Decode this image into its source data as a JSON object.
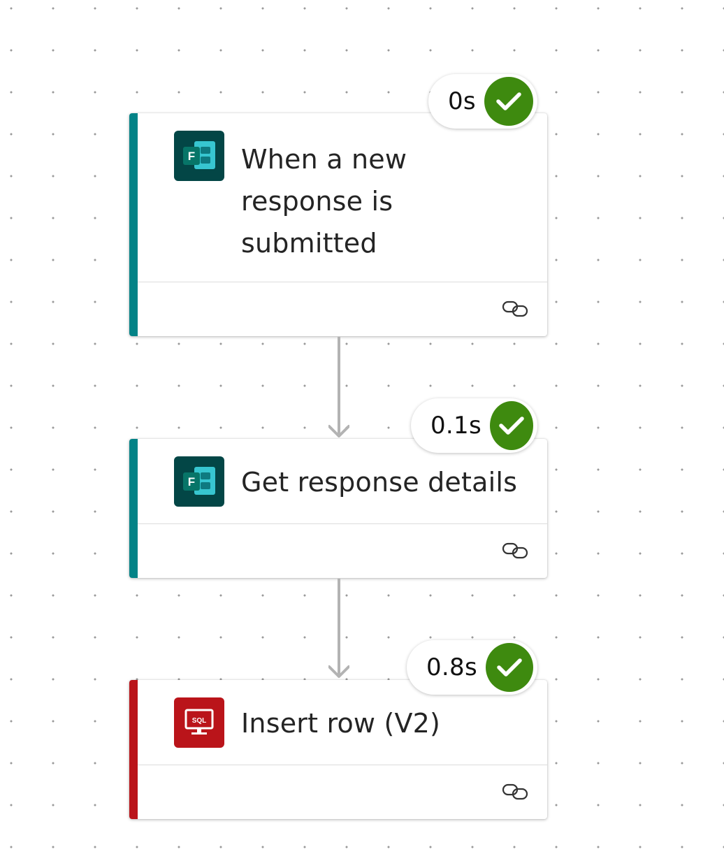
{
  "flow": {
    "steps": [
      {
        "title_lines": [
          "When a new",
          "response is",
          "submitted"
        ],
        "duration": "0s",
        "status": "succeeded",
        "icon": "microsoft-forms-icon",
        "icon_color": "#034646",
        "accent_color": "#038387"
      },
      {
        "title_lines": [
          "Get response details"
        ],
        "duration": "0.1s",
        "status": "succeeded",
        "icon": "microsoft-forms-icon",
        "icon_color": "#034646",
        "accent_color": "#038387"
      },
      {
        "title_lines": [
          "Insert row (V2)"
        ],
        "duration": "0.8s",
        "status": "succeeded",
        "icon": "sql-server-icon",
        "icon_color": "#ba141a",
        "accent_color": "#ba141a"
      }
    ],
    "connection_icon": "link-icon",
    "success_color": "#3e8a0f",
    "connector_color": "#b3b3b3"
  }
}
